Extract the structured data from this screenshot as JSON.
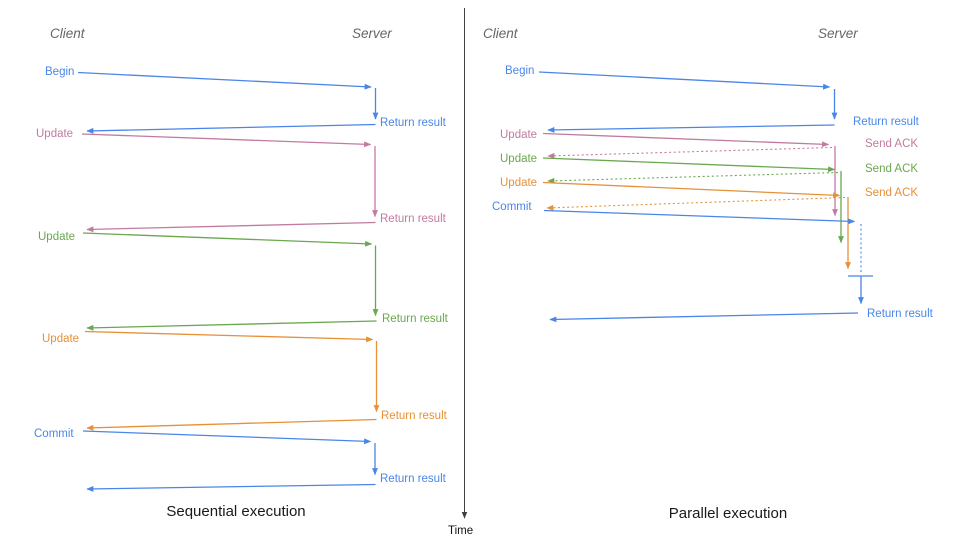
{
  "colors": {
    "blue": "#4a86e8",
    "pink": "#c27ba0",
    "green": "#6aa84f",
    "orange": "#e69138",
    "axis": "#3f3f3f"
  },
  "time_axis": {
    "label": "Time"
  },
  "left_panel": {
    "title": "Sequential execution",
    "client_header": "Client",
    "server_header": "Server",
    "messages": [
      {
        "label": "Begin",
        "color": "blue",
        "response": "Return result"
      },
      {
        "label": "Update",
        "color": "pink",
        "response": "Return result"
      },
      {
        "label": "Update",
        "color": "green",
        "response": "Return result"
      },
      {
        "label": "Update",
        "color": "orange",
        "response": "Return result"
      },
      {
        "label": "Commit",
        "color": "blue",
        "response": "Return result"
      }
    ]
  },
  "right_panel": {
    "title": "Parallel execution",
    "client_header": "Client",
    "server_header": "Server",
    "messages": [
      {
        "label": "Begin",
        "color": "blue",
        "response": "Return result"
      },
      {
        "label": "Update",
        "color": "pink",
        "response": "Send ACK"
      },
      {
        "label": "Update",
        "color": "green",
        "response": "Send ACK"
      },
      {
        "label": "Update",
        "color": "orange",
        "response": "Send ACK"
      },
      {
        "label": "Commit",
        "color": "blue",
        "response": "Return result"
      }
    ]
  }
}
